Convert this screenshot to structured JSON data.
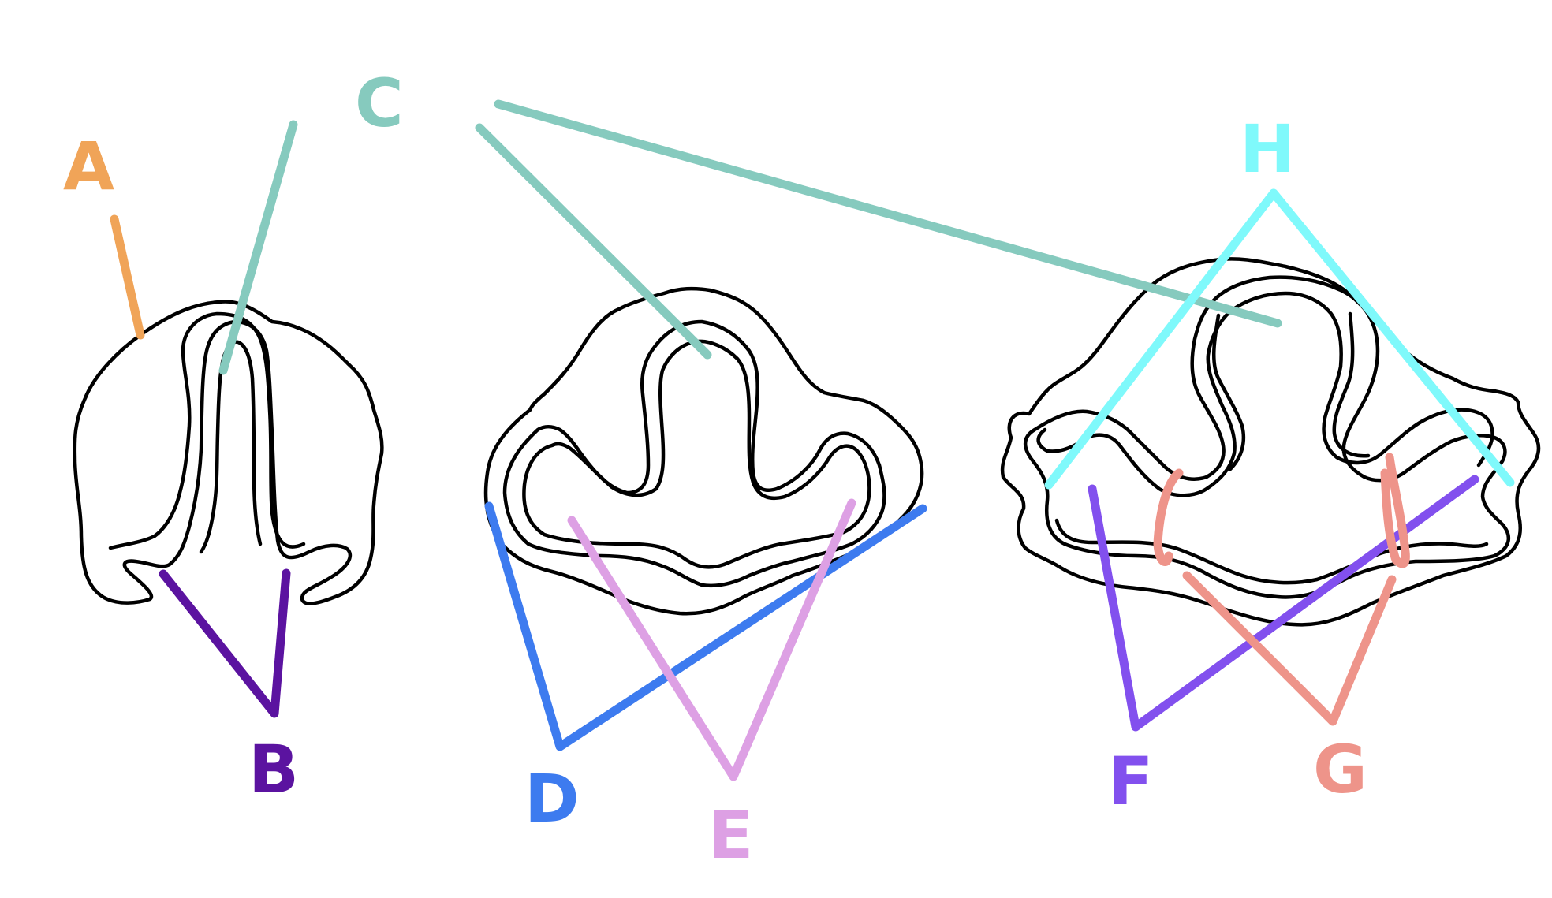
{
  "labels": {
    "A": {
      "text": "A",
      "color": "#F0A458"
    },
    "B": {
      "text": "B",
      "color": "#5B13A0"
    },
    "C": {
      "text": "C",
      "color": "#86CABE"
    },
    "D": {
      "text": "D",
      "color": "#3D7BEF"
    },
    "E": {
      "text": "E",
      "color": "#DDA0E4"
    },
    "F": {
      "text": "F",
      "color": "#8250EE"
    },
    "G": {
      "text": "G",
      "color": "#EE948A"
    },
    "H": {
      "text": "H",
      "color": "#7FF9FB"
    }
  }
}
